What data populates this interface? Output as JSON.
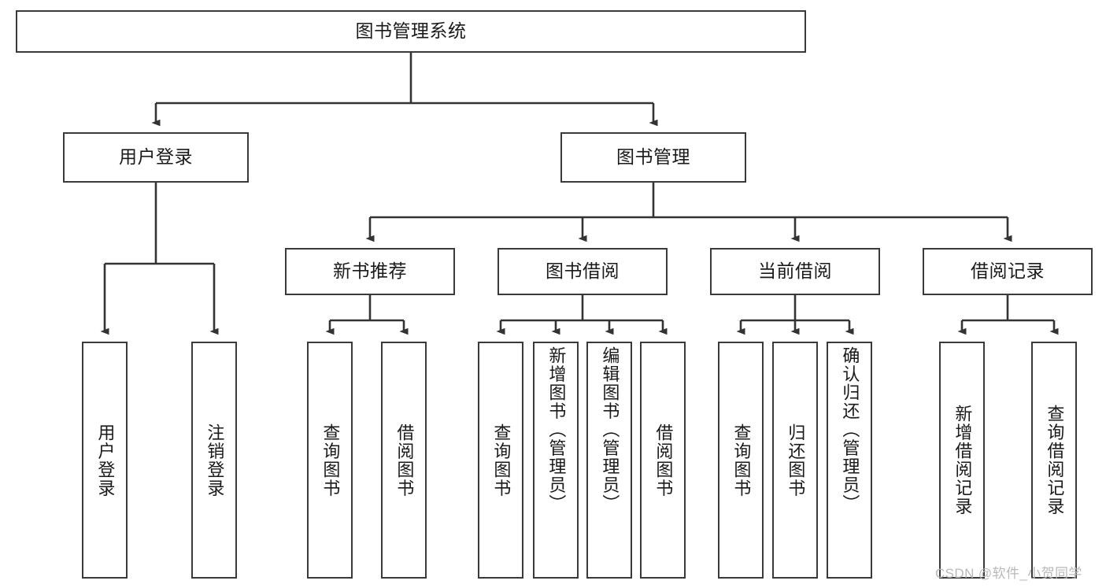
{
  "diagram": {
    "title": "图书管理系统",
    "type": "hierarchy-tree",
    "root": {
      "label": "图书管理系统"
    },
    "level2": [
      {
        "label": "用户登录"
      },
      {
        "label": "图书管理"
      }
    ],
    "level3": [
      {
        "label": "新书推荐"
      },
      {
        "label": "图书借阅"
      },
      {
        "label": "当前借阅"
      },
      {
        "label": "借阅记录"
      }
    ],
    "leaves": {
      "user_login": [
        {
          "label": "用户登录"
        },
        {
          "label": "注销登录"
        }
      ],
      "new_book_recommend": [
        {
          "label": "查询图书"
        },
        {
          "label": "借阅图书"
        }
      ],
      "book_borrow": [
        {
          "label": "查询图书"
        },
        {
          "label": "新增图书（管理员）"
        },
        {
          "label": "编辑图书（管理员）"
        },
        {
          "label": "借阅图书"
        }
      ],
      "current_borrow": [
        {
          "label": "查询图书"
        },
        {
          "label": "归还图书"
        },
        {
          "label": "确认归还（管理员）"
        }
      ],
      "borrow_record": [
        {
          "label": "新增借阅记录"
        },
        {
          "label": "查询借阅记录"
        }
      ]
    }
  },
  "watermark": {
    "text": "CSDN @软件_小贺同学"
  },
  "colors": {
    "box_border": "#3a3a3a",
    "box_fill": "#ffffff",
    "connector": "#333333",
    "text": "#1a1a1a",
    "watermark": "#b9b9b9"
  }
}
